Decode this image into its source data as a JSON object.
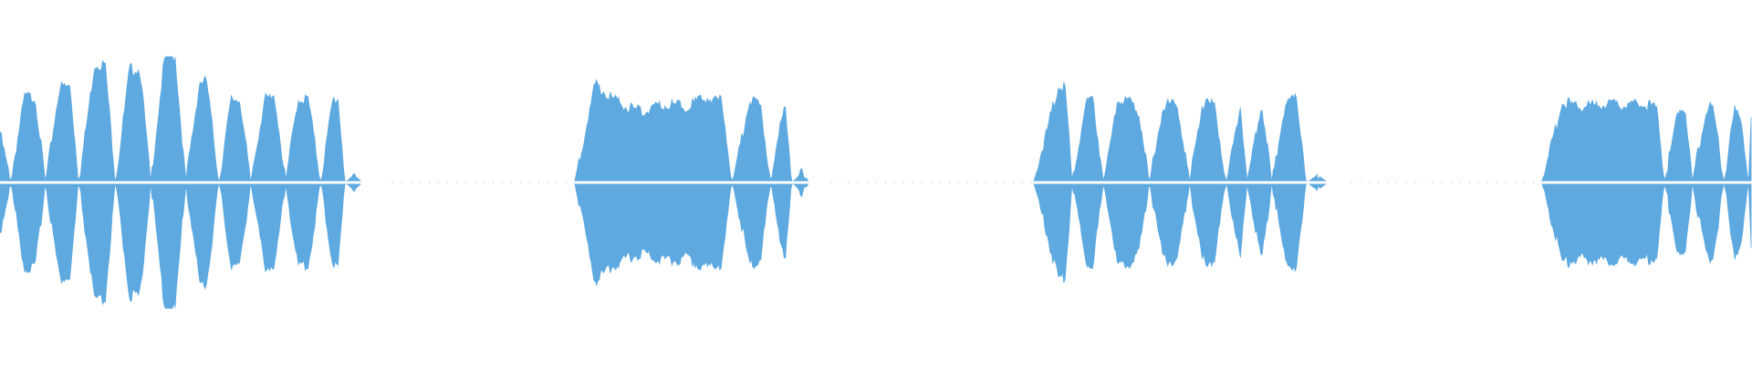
{
  "waveform": {
    "color": "#5DA9E0",
    "background": "#FFFFFF",
    "amplitude_range": [
      -1,
      1
    ],
    "segments": [
      {
        "start": 0.0,
        "end": 0.222,
        "type": "pulsed",
        "envelope": [
          [
            0.0,
            0.4
          ],
          [
            0.006,
            0.0
          ],
          [
            0.014,
            0.68
          ],
          [
            0.02,
            0.68
          ],
          [
            0.026,
            0.0
          ],
          [
            0.034,
            0.76
          ],
          [
            0.04,
            0.76
          ],
          [
            0.045,
            0.0
          ],
          [
            0.054,
            0.94
          ],
          [
            0.06,
            0.94
          ],
          [
            0.066,
            0.0
          ],
          [
            0.074,
            0.9
          ],
          [
            0.08,
            0.9
          ],
          [
            0.086,
            0.0
          ],
          [
            0.094,
            1.0
          ],
          [
            0.1,
            1.0
          ],
          [
            0.106,
            0.0
          ],
          [
            0.114,
            0.8
          ],
          [
            0.118,
            0.8
          ],
          [
            0.125,
            0.0
          ],
          [
            0.132,
            0.66
          ],
          [
            0.137,
            0.66
          ],
          [
            0.143,
            0.0
          ],
          [
            0.151,
            0.66
          ],
          [
            0.157,
            0.66
          ],
          [
            0.163,
            0.0
          ],
          [
            0.17,
            0.66
          ],
          [
            0.176,
            0.66
          ],
          [
            0.183,
            0.0
          ],
          [
            0.19,
            0.66
          ],
          [
            0.193,
            0.66
          ],
          [
            0.197,
            0.0
          ],
          [
            0.202,
            0.06
          ],
          [
            0.207,
            0.0
          ],
          [
            0.222,
            0.0
          ]
        ]
      },
      {
        "start": 0.222,
        "end": 0.328,
        "type": "silence"
      },
      {
        "start": 0.328,
        "end": 0.47,
        "type": "pulsed",
        "envelope": [
          [
            0.328,
            0.0
          ],
          [
            0.34,
            0.8
          ],
          [
            0.346,
            0.7
          ],
          [
            0.354,
            0.62
          ],
          [
            0.366,
            0.56
          ],
          [
            0.38,
            0.62
          ],
          [
            0.392,
            0.6
          ],
          [
            0.402,
            0.68
          ],
          [
            0.412,
            0.64
          ],
          [
            0.418,
            0.0
          ],
          [
            0.428,
            0.66
          ],
          [
            0.434,
            0.6
          ],
          [
            0.44,
            0.0
          ],
          [
            0.448,
            0.66
          ],
          [
            0.452,
            0.0
          ],
          [
            0.458,
            0.08
          ],
          [
            0.462,
            0.0
          ],
          [
            0.47,
            0.0
          ]
        ]
      },
      {
        "start": 0.47,
        "end": 0.59,
        "type": "silence"
      },
      {
        "start": 0.59,
        "end": 0.77,
        "type": "pulsed",
        "envelope": [
          [
            0.59,
            0.0
          ],
          [
            0.604,
            0.76
          ],
          [
            0.608,
            0.76
          ],
          [
            0.612,
            0.0
          ],
          [
            0.62,
            0.64
          ],
          [
            0.624,
            0.64
          ],
          [
            0.63,
            0.0
          ],
          [
            0.638,
            0.66
          ],
          [
            0.644,
            0.66
          ],
          [
            0.65,
            0.56
          ],
          [
            0.656,
            0.0
          ],
          [
            0.664,
            0.62
          ],
          [
            0.672,
            0.62
          ],
          [
            0.679,
            0.0
          ],
          [
            0.686,
            0.62
          ],
          [
            0.693,
            0.62
          ],
          [
            0.7,
            0.0
          ],
          [
            0.708,
            0.6
          ],
          [
            0.712,
            0.0
          ],
          [
            0.72,
            0.64
          ],
          [
            0.726,
            0.0
          ],
          [
            0.734,
            0.66
          ],
          [
            0.74,
            0.66
          ],
          [
            0.746,
            0.0
          ],
          [
            0.752,
            0.06
          ],
          [
            0.758,
            0.0
          ],
          [
            0.77,
            0.0
          ]
        ]
      },
      {
        "start": 0.77,
        "end": 0.88,
        "type": "silence"
      },
      {
        "start": 0.88,
        "end": 1.0,
        "type": "pulsed",
        "envelope": [
          [
            0.88,
            0.0
          ],
          [
            0.892,
            0.64
          ],
          [
            0.902,
            0.6
          ],
          [
            0.916,
            0.62
          ],
          [
            0.932,
            0.62
          ],
          [
            0.946,
            0.6
          ],
          [
            0.95,
            0.0
          ],
          [
            0.958,
            0.58
          ],
          [
            0.962,
            0.58
          ],
          [
            0.966,
            0.0
          ],
          [
            0.974,
            0.6
          ],
          [
            0.978,
            0.58
          ],
          [
            0.984,
            0.0
          ],
          [
            0.99,
            0.58
          ],
          [
            0.994,
            0.5
          ],
          [
            0.998,
            0.0
          ],
          [
            1.0,
            0.64
          ]
        ]
      }
    ]
  }
}
